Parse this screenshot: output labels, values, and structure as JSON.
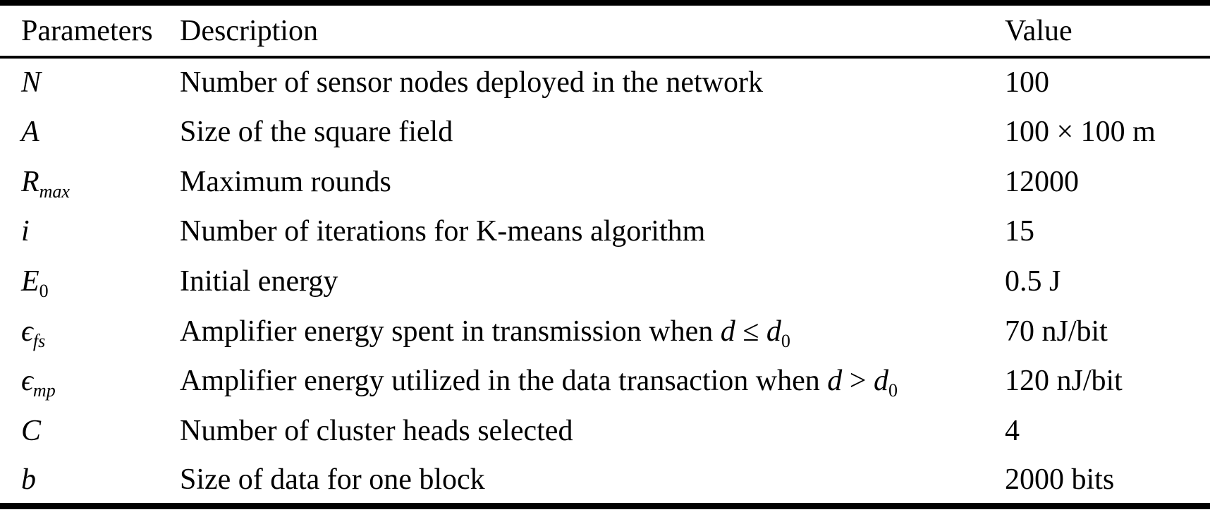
{
  "table": {
    "headers": [
      {
        "label": "Parameters"
      },
      {
        "label": "Description"
      },
      {
        "label": "Value"
      }
    ],
    "rows": [
      {
        "param": [
          {
            "t": "N",
            "i": true
          }
        ],
        "desc": [
          {
            "t": "Number of sensor nodes deployed in the network"
          }
        ],
        "value": "100"
      },
      {
        "param": [
          {
            "t": "A",
            "i": true
          }
        ],
        "desc": [
          {
            "t": "Size of the square field"
          }
        ],
        "value": "100 × 100 m"
      },
      {
        "param": [
          {
            "t": "R",
            "i": true
          },
          {
            "t": "max",
            "i": true,
            "sub": true
          }
        ],
        "desc": [
          {
            "t": "Maximum rounds"
          }
        ],
        "value": "12000"
      },
      {
        "param": [
          {
            "t": "i",
            "i": true
          }
        ],
        "desc": [
          {
            "t": "Number of iterations for K-means algorithm"
          }
        ],
        "value": "15"
      },
      {
        "param": [
          {
            "t": "E",
            "i": true
          },
          {
            "t": "0",
            "sub": true
          }
        ],
        "desc": [
          {
            "t": "Initial energy"
          }
        ],
        "value": "0.5 J"
      },
      {
        "param": [
          {
            "t": "ϵ",
            "i": true
          },
          {
            "t": "fs",
            "i": true,
            "sub": true
          }
        ],
        "desc": [
          {
            "t": "Amplifier energy spent in transmission when "
          },
          {
            "t": "d",
            "i": true
          },
          {
            "t": " ≤ "
          },
          {
            "t": "d",
            "i": true
          },
          {
            "t": "0",
            "sub": true
          }
        ],
        "value": "70 nJ/bit"
      },
      {
        "param": [
          {
            "t": "ϵ",
            "i": true
          },
          {
            "t": "mp",
            "i": true,
            "sub": true
          }
        ],
        "desc": [
          {
            "t": "Amplifier energy utilized in the data transaction when "
          },
          {
            "t": "d",
            "i": true
          },
          {
            "t": " > "
          },
          {
            "t": "d",
            "i": true
          },
          {
            "t": "0",
            "sub": true
          }
        ],
        "value": "120 nJ/bit"
      },
      {
        "param": [
          {
            "t": "C",
            "i": true
          }
        ],
        "desc": [
          {
            "t": "Number of cluster heads selected"
          }
        ],
        "value": "4"
      },
      {
        "param": [
          {
            "t": "b",
            "i": true
          }
        ],
        "desc": [
          {
            "t": "Size of data for one block"
          }
        ],
        "value": "2000 bits"
      }
    ]
  }
}
